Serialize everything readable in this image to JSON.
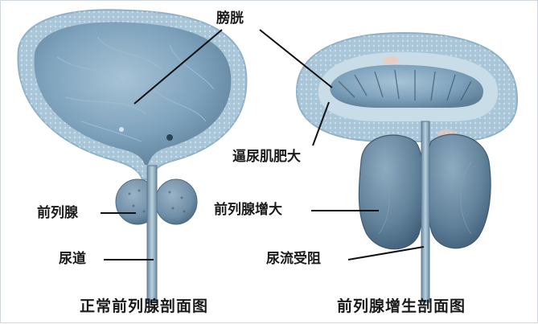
{
  "labels": {
    "bladder": "膀胱",
    "detrusor_hypertrophy": "逼尿肌肥大",
    "prostate": "前列腺",
    "urethra": "尿道",
    "prostate_enlarged": "前列腺增大",
    "flow_obstructed": "尿流受阻"
  },
  "captions": {
    "left": "正常前列腺剖面图",
    "right": "前列腺增生剖面图"
  },
  "colors": {
    "background": "#ffffff",
    "tissue_outer": "#a9c6d8",
    "tissue_wall": "#c9dde8",
    "bladder_interior": "#7fa3bd",
    "prostate_lobe": "#6f8ea7",
    "leader_line": "#111111"
  }
}
